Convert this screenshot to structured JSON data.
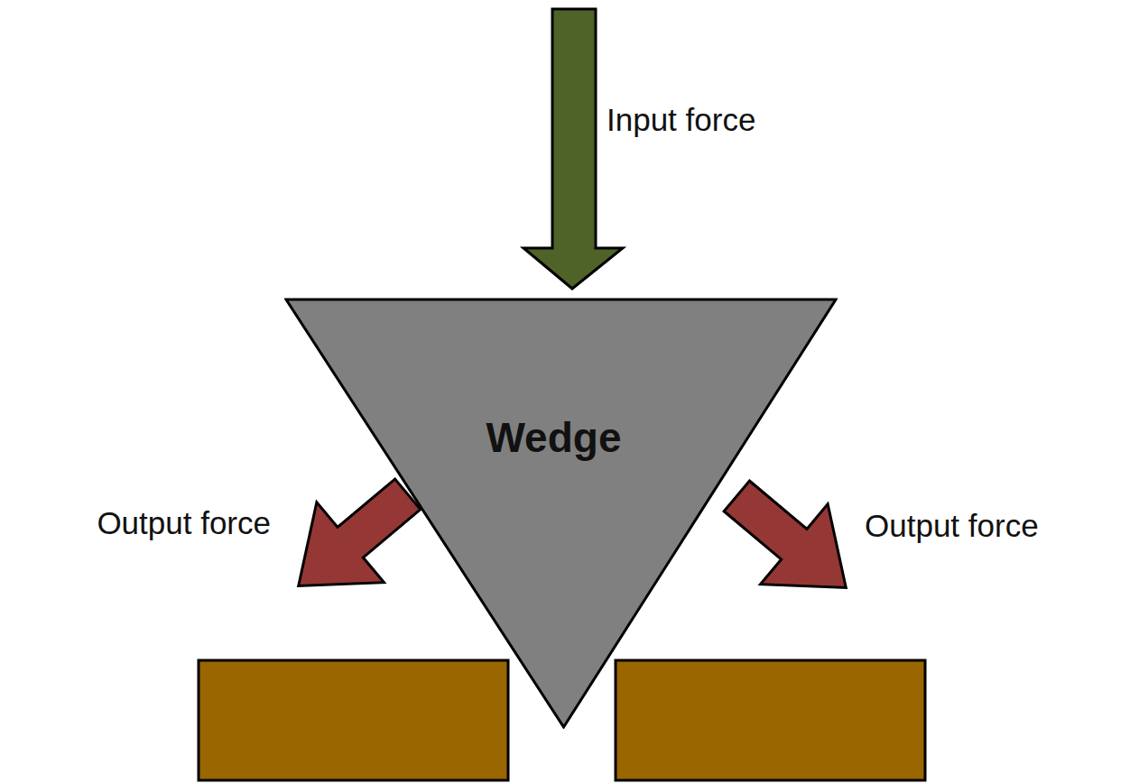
{
  "diagram": {
    "nodes": [
      {
        "text": [
          "Wedge"
        ]
      }
    ],
    "labels": [
      "Input force",
      "Output force",
      "Output force"
    ]
  }
}
